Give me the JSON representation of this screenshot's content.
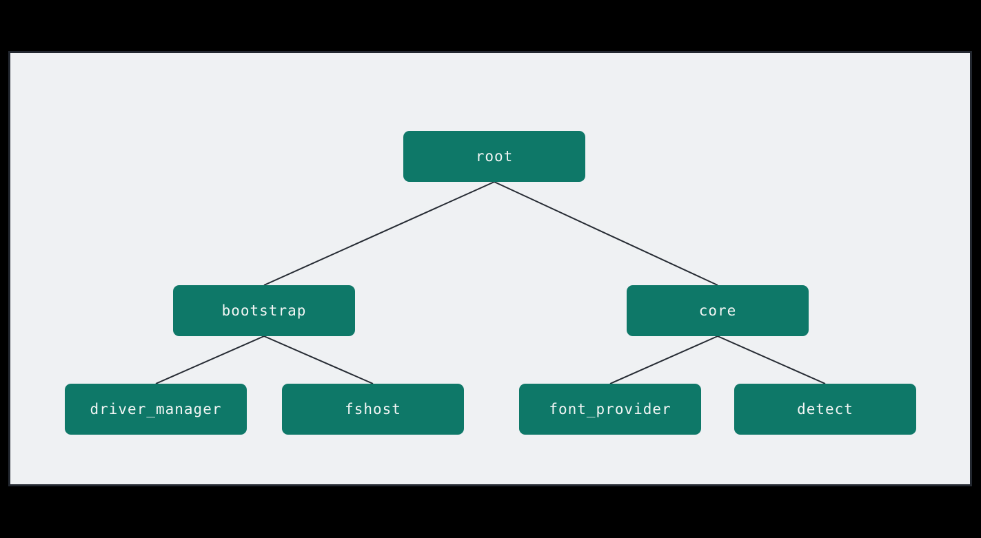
{
  "diagram": {
    "type": "tree",
    "title": "",
    "nodes": [
      {
        "id": "root",
        "label": "root"
      },
      {
        "id": "bootstrap",
        "label": "bootstrap"
      },
      {
        "id": "core",
        "label": "core"
      },
      {
        "id": "driver_manager",
        "label": "driver_manager"
      },
      {
        "id": "fshost",
        "label": "fshost"
      },
      {
        "id": "font_provider",
        "label": "font_provider"
      },
      {
        "id": "detect",
        "label": "detect"
      }
    ],
    "edges": [
      {
        "from": "root",
        "to": "bootstrap"
      },
      {
        "from": "root",
        "to": "core"
      },
      {
        "from": "bootstrap",
        "to": "driver_manager"
      },
      {
        "from": "bootstrap",
        "to": "fshost"
      },
      {
        "from": "core",
        "to": "font_provider"
      },
      {
        "from": "core",
        "to": "detect"
      }
    ],
    "colors": {
      "node_fill": "#0E7868",
      "node_text": "#F3F6F5",
      "edge_line": "#262B33",
      "panel_background": "#EFF1F3",
      "panel_border": "#232830",
      "outer_background": "#000000"
    }
  }
}
